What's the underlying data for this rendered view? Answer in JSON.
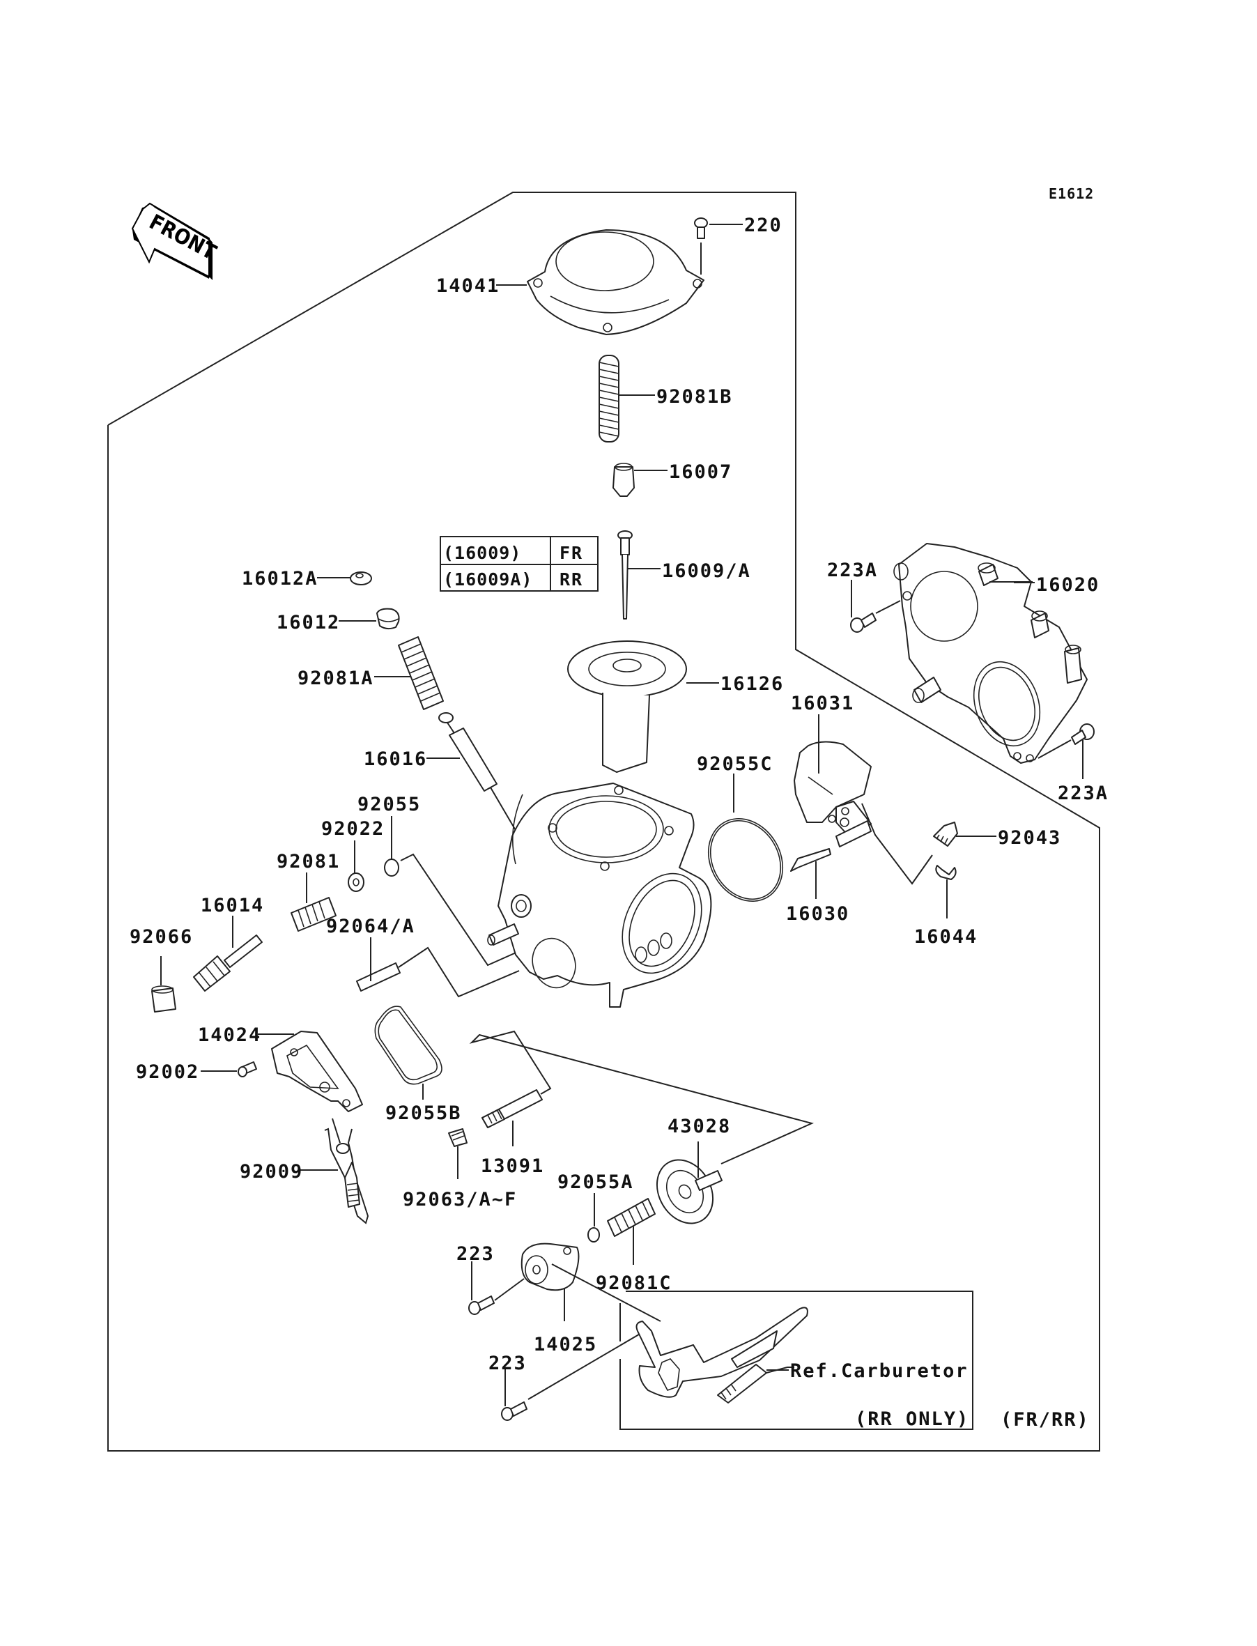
{
  "diagram": {
    "code": "E1612",
    "front_indicator": "FRONT",
    "variant_note": "(FR/RR)",
    "reference_box": {
      "label": "Ref.Carburetor",
      "note": "(RR ONLY)"
    },
    "variant_table": {
      "rows": [
        {
          "part": "(16009)",
          "position": "FR"
        },
        {
          "part": "(16009A)",
          "position": "RR"
        }
      ]
    },
    "parts": [
      {
        "id": "220",
        "label": "220"
      },
      {
        "id": "14041",
        "label": "14041"
      },
      {
        "id": "92081B",
        "label": "92081B"
      },
      {
        "id": "16007",
        "label": "16007"
      },
      {
        "id": "16009-A",
        "label": "16009/A"
      },
      {
        "id": "16012A",
        "label": "16012A"
      },
      {
        "id": "16012",
        "label": "16012"
      },
      {
        "id": "92081A",
        "label": "92081A"
      },
      {
        "id": "16126",
        "label": "16126"
      },
      {
        "id": "16016",
        "label": "16016"
      },
      {
        "id": "92055",
        "label": "92055"
      },
      {
        "id": "92022",
        "label": "92022"
      },
      {
        "id": "92081",
        "label": "92081"
      },
      {
        "id": "16014",
        "label": "16014"
      },
      {
        "id": "92066",
        "label": "92066"
      },
      {
        "id": "92064-A",
        "label": "92064/A"
      },
      {
        "id": "14024",
        "label": "14024"
      },
      {
        "id": "92002",
        "label": "92002"
      },
      {
        "id": "92055B",
        "label": "92055B"
      },
      {
        "id": "92009",
        "label": "92009"
      },
      {
        "id": "13091",
        "label": "13091"
      },
      {
        "id": "92063-A-F",
        "label": "92063/A~F"
      },
      {
        "id": "43028",
        "label": "43028"
      },
      {
        "id": "92055A",
        "label": "92055A"
      },
      {
        "id": "92081C",
        "label": "92081C"
      },
      {
        "id": "223-top",
        "label": "223"
      },
      {
        "id": "14025",
        "label": "14025"
      },
      {
        "id": "223-bottom",
        "label": "223"
      },
      {
        "id": "223A-top",
        "label": "223A"
      },
      {
        "id": "16020",
        "label": "16020"
      },
      {
        "id": "223A-bottom",
        "label": "223A"
      },
      {
        "id": "16031",
        "label": "16031"
      },
      {
        "id": "92055C",
        "label": "92055C"
      },
      {
        "id": "16030",
        "label": "16030"
      },
      {
        "id": "92043",
        "label": "92043"
      },
      {
        "id": "16044",
        "label": "16044"
      }
    ]
  }
}
